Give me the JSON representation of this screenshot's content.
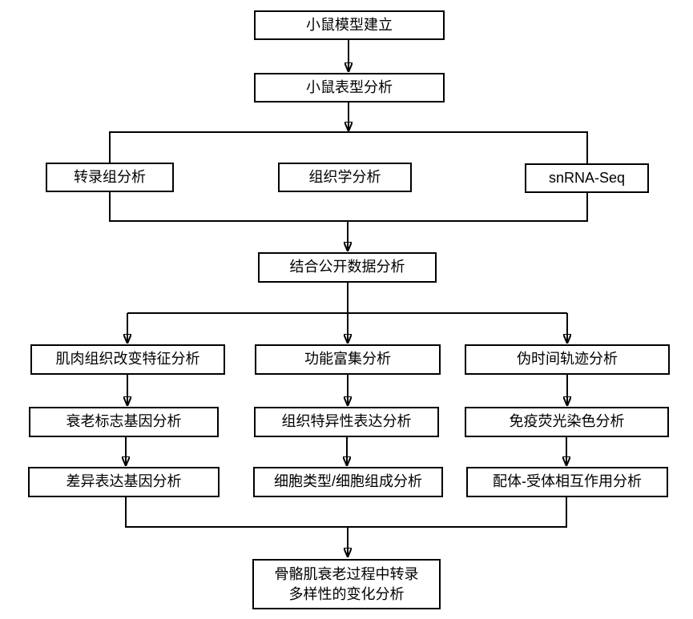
{
  "diagram": {
    "type": "flowchart",
    "background_color": "#ffffff",
    "line_color": "#000000",
    "box_border_color": "#000000",
    "box_fill_color": "#ffffff",
    "text_color": "#000000"
  },
  "nodes": [
    {
      "id": "mouse-model-setup",
      "label": "小鼠模型建立"
    },
    {
      "id": "mouse-phenotype-analysis",
      "label": "小鼠表型分析"
    },
    {
      "id": "transcriptome-analysis",
      "label": "转录组分析"
    },
    {
      "id": "histology-analysis",
      "label": "组织学分析"
    },
    {
      "id": "snrna-seq",
      "label": "snRNA-Seq"
    },
    {
      "id": "public-data-integration",
      "label": "结合公开数据分析"
    },
    {
      "id": "muscle-tissue-change",
      "label": "肌肉组织改变特征分析"
    },
    {
      "id": "functional-enrichment",
      "label": "功能富集分析"
    },
    {
      "id": "pseudotime-trajectory",
      "label": "伪时间轨迹分析"
    },
    {
      "id": "aging-marker-genes",
      "label": "衰老标志基因分析"
    },
    {
      "id": "tissue-specific-expression",
      "label": "组织特异性表达分析"
    },
    {
      "id": "immunofluorescence-staining",
      "label": "免疫荧光染色分析"
    },
    {
      "id": "differential-expression",
      "label": "差异表达基因分析"
    },
    {
      "id": "cell-type-composition",
      "label": "细胞类型/细胞组成分析"
    },
    {
      "id": "ligand-receptor-interaction",
      "label": "配体-受体相互作用分析"
    },
    {
      "id": "final-conclusion",
      "line1": "骨骼肌衰老过程中转录",
      "line2": "多样性的变化分析"
    }
  ],
  "edges": [
    {
      "from": "mouse-model-setup",
      "to": "mouse-phenotype-analysis",
      "arrow": true
    },
    {
      "from": "mouse-phenotype-analysis",
      "to": "branch-1",
      "arrow": true
    },
    {
      "from": "branch-1",
      "to": "transcriptome-analysis",
      "arrow": false
    },
    {
      "from": "branch-1",
      "to": "snrna-seq",
      "arrow": false
    },
    {
      "from": "transcriptome-analysis",
      "to": "collector-1",
      "arrow": false
    },
    {
      "from": "snrna-seq",
      "to": "collector-1",
      "arrow": false
    },
    {
      "from": "collector-1",
      "to": "public-data-integration",
      "arrow": true
    },
    {
      "from": "public-data-integration",
      "to": "functional-enrichment",
      "arrow": true
    },
    {
      "from": "branch-2",
      "to": "muscle-tissue-change",
      "arrow": true
    },
    {
      "from": "branch-2",
      "to": "pseudotime-trajectory",
      "arrow": true
    },
    {
      "from": "muscle-tissue-change",
      "to": "aging-marker-genes",
      "arrow": true
    },
    {
      "from": "functional-enrichment",
      "to": "tissue-specific-expression",
      "arrow": true
    },
    {
      "from": "pseudotime-trajectory",
      "to": "immunofluorescence-staining",
      "arrow": true
    },
    {
      "from": "aging-marker-genes",
      "to": "differential-expression",
      "arrow": true
    },
    {
      "from": "tissue-specific-expression",
      "to": "cell-type-composition",
      "arrow": true
    },
    {
      "from": "immunofluorescence-staining",
      "to": "ligand-receptor-interaction",
      "arrow": true
    },
    {
      "from": "differential-expression",
      "to": "collector-2",
      "arrow": false
    },
    {
      "from": "ligand-receptor-interaction",
      "to": "collector-2",
      "arrow": false
    },
    {
      "from": "collector-2",
      "to": "final-conclusion",
      "arrow": true
    }
  ]
}
